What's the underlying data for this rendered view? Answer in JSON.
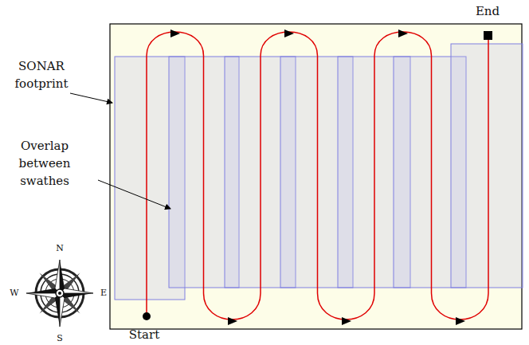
{
  "diagram": {
    "labels": [
      "End",
      "SONAR footprint",
      "Overlap between swathes",
      "Start",
      "N",
      "W",
      "E",
      "S"
    ]
  }
}
